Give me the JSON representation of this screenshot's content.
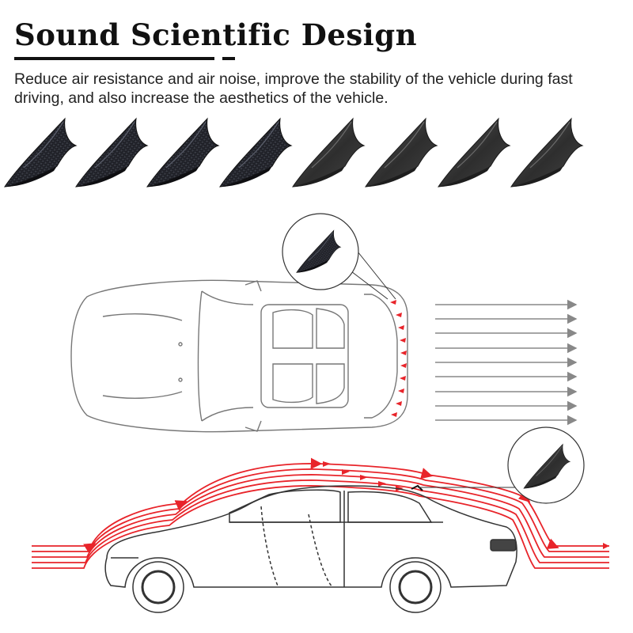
{
  "header": {
    "title": "Sound Scientific Design",
    "subtitle": "Reduce air resistance and air noise, improve the stability of the vehicle during fast driving, and also increase the aesthetics of the vehicle."
  },
  "colors": {
    "title": "#111111",
    "text": "#222222",
    "carbon_fin": "#1f1f24",
    "matte_fin": "#3a3a3a",
    "airflow_red": "#e8242a",
    "airflow_gray": "#888888",
    "car_outline": "#777777"
  },
  "spoilers": [
    {
      "finish": "carbon-fiber"
    },
    {
      "finish": "carbon-fiber"
    },
    {
      "finish": "carbon-fiber"
    },
    {
      "finish": "carbon-fiber"
    },
    {
      "finish": "matte-black"
    },
    {
      "finish": "matte-black"
    },
    {
      "finish": "matte-black"
    },
    {
      "finish": "matte-black"
    }
  ]
}
